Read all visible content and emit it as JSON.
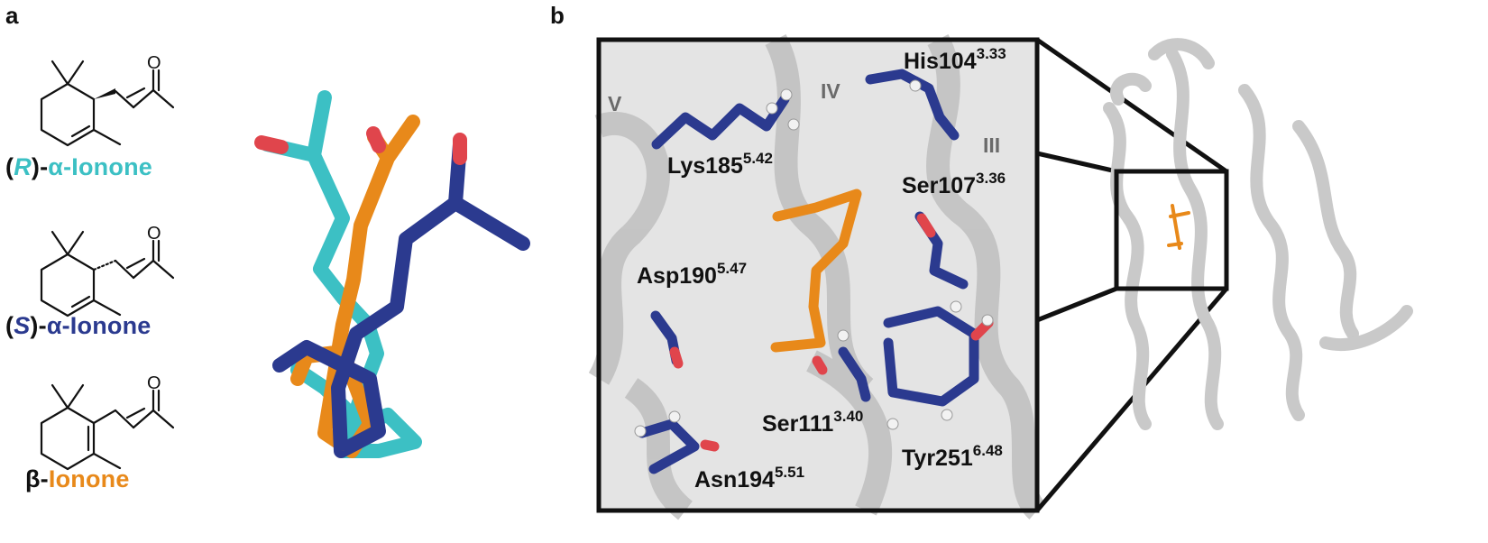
{
  "panels": {
    "a": {
      "letter": "a"
    },
    "b": {
      "letter": "b"
    }
  },
  "colors": {
    "r_alpha": "#3cc0c4",
    "s_alpha": "#2b3a8f",
    "beta": "#e8891a",
    "oxygen": "#e0454c",
    "hydrogen": "#eeeeee",
    "helix": "#c9c9c9",
    "frame": "#111111"
  },
  "compounds": [
    {
      "id": "r",
      "paren_open": "(",
      "stereo": "R",
      "paren_close": ")-",
      "name": "α-Ionone",
      "name_color": "#3cc0c4"
    },
    {
      "id": "s",
      "paren_open": "(",
      "stereo": "S",
      "paren_close": ")-",
      "name": "α-Ionone",
      "name_color": "#2b3a8f"
    },
    {
      "id": "b",
      "prefix": "β-",
      "name": "Ionone",
      "name_color": "#e8891a"
    }
  ],
  "structure_labels": {
    "oxygen": "O"
  },
  "residues": [
    {
      "id": "his104",
      "name": "His104",
      "sup": "3.33"
    },
    {
      "id": "lys185",
      "name": "Lys185",
      "sup": "5.42"
    },
    {
      "id": "ser107",
      "name": "Ser107",
      "sup": "3.36"
    },
    {
      "id": "asp190",
      "name": "Asp190",
      "sup": "5.47"
    },
    {
      "id": "ser111",
      "name": "Ser111",
      "sup": "3.40"
    },
    {
      "id": "tyr251",
      "name": "Tyr251",
      "sup": "6.48"
    },
    {
      "id": "asn194",
      "name": "Asn194",
      "sup": "5.51"
    }
  ],
  "helices": [
    {
      "id": "v",
      "label": "V"
    },
    {
      "id": "iv",
      "label": "IV"
    },
    {
      "id": "iii",
      "label": "III"
    }
  ]
}
